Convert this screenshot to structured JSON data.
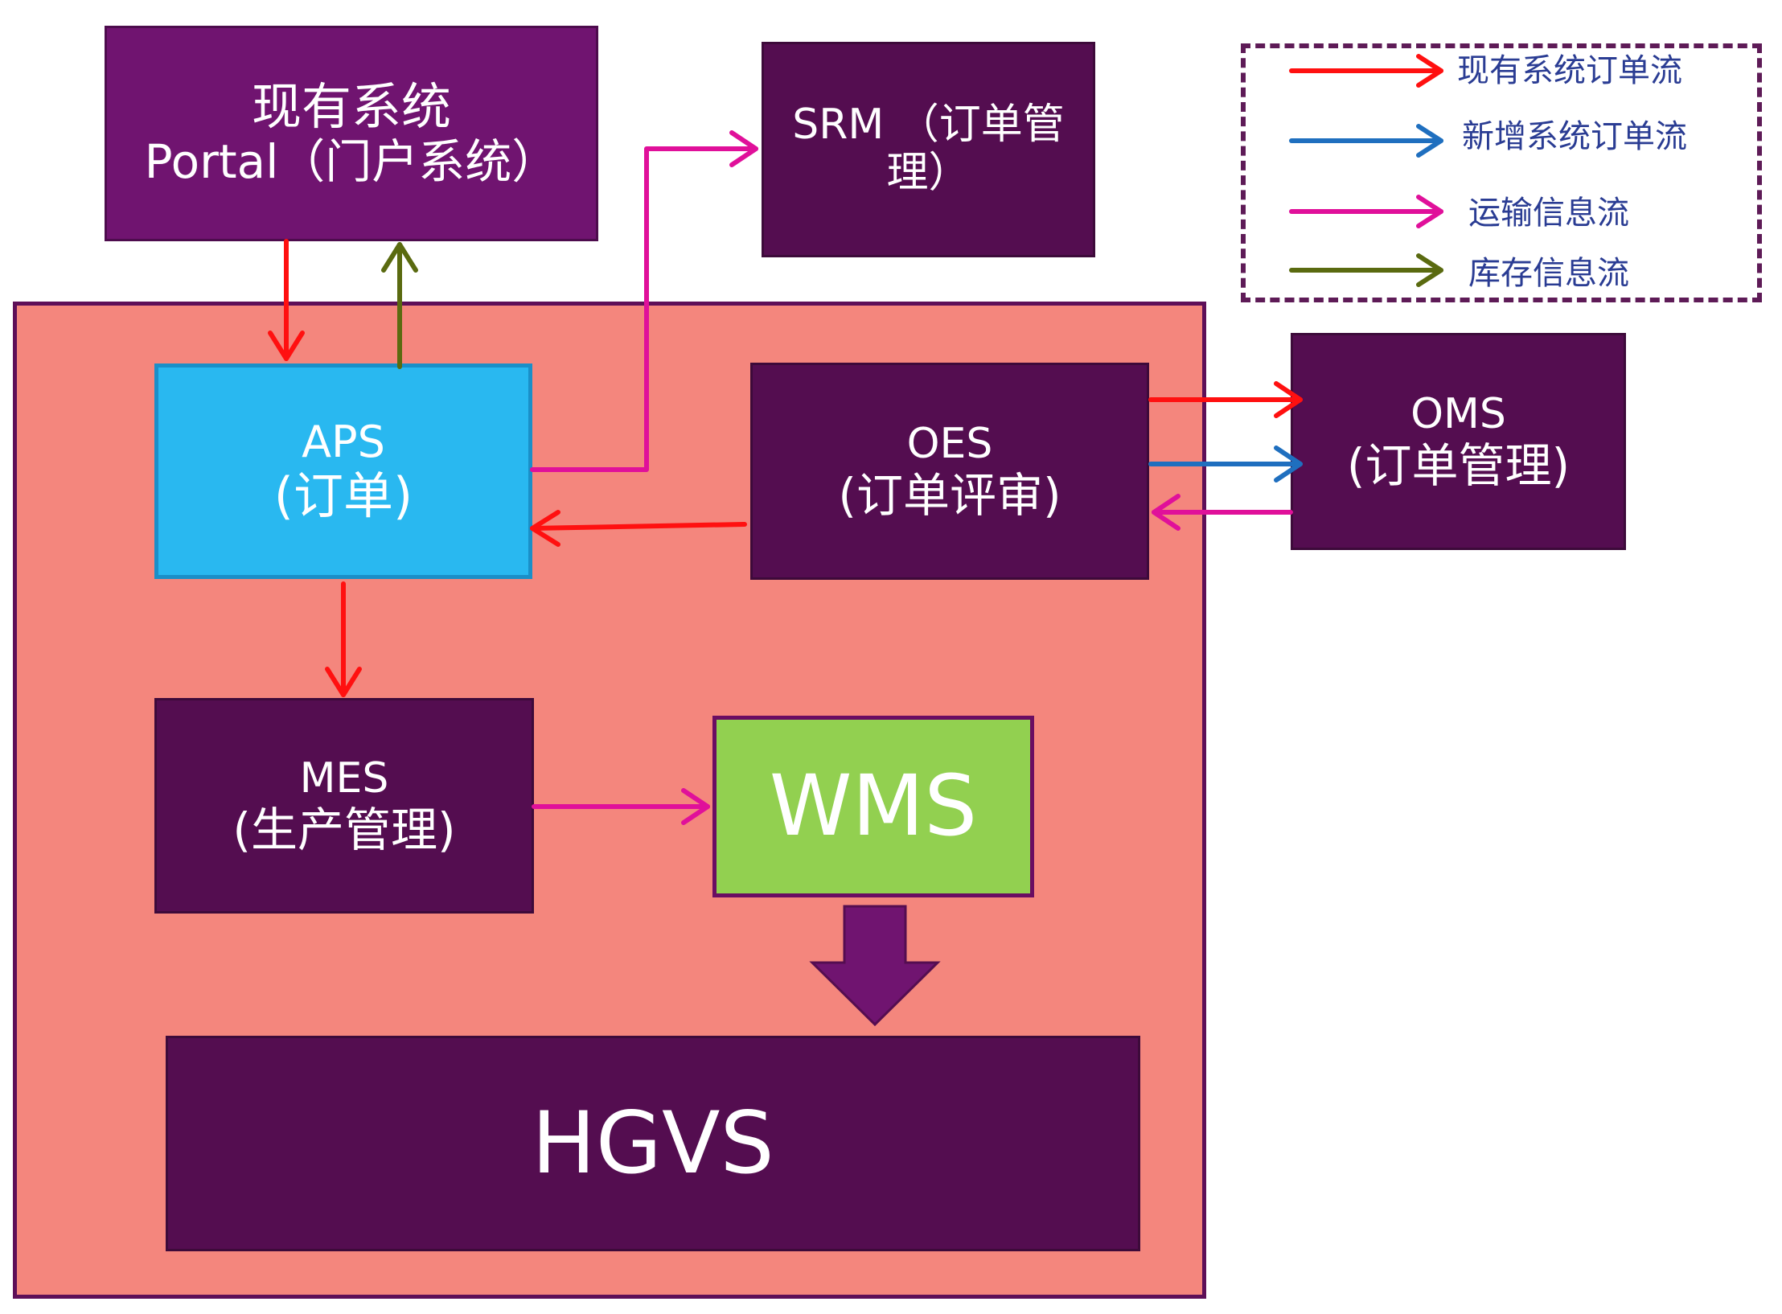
{
  "boxes": {
    "portal": {
      "line1": "现有系统",
      "line2": "Portal（门户系统）"
    },
    "srm": {
      "line1": "SRM （订单管",
      "line2": "理）"
    },
    "aps": {
      "line1": "APS",
      "line2": "(订单)"
    },
    "oes": {
      "line1": "OES",
      "line2": "(订单评审)"
    },
    "oms": {
      "line1": "OMS",
      "line2": "(订单管理)"
    },
    "mes": {
      "line1": "MES",
      "line2": "(生产管理)"
    },
    "wms": {
      "label": "WMS"
    },
    "hgvs": {
      "label": "HGVS"
    }
  },
  "legend": {
    "items": [
      {
        "label": "现有系统订单流",
        "color": "#ff1010"
      },
      {
        "label": "新增系统订单流",
        "color": "#1f6fbf"
      },
      {
        "label": "运输信息流",
        "color": "#e0109a"
      },
      {
        "label": "库存信息流",
        "color": "#5a6a10"
      }
    ]
  },
  "colors": {
    "box_dark": "#540d50",
    "box_portal": "#701470",
    "aps": "#29b8f0",
    "wms": "#92d050",
    "container": "#f4867d",
    "existing_order_flow": "#ff1010",
    "new_order_flow": "#1f6fbf",
    "transport_flow": "#e0109a",
    "inventory_flow": "#5a6a10"
  }
}
